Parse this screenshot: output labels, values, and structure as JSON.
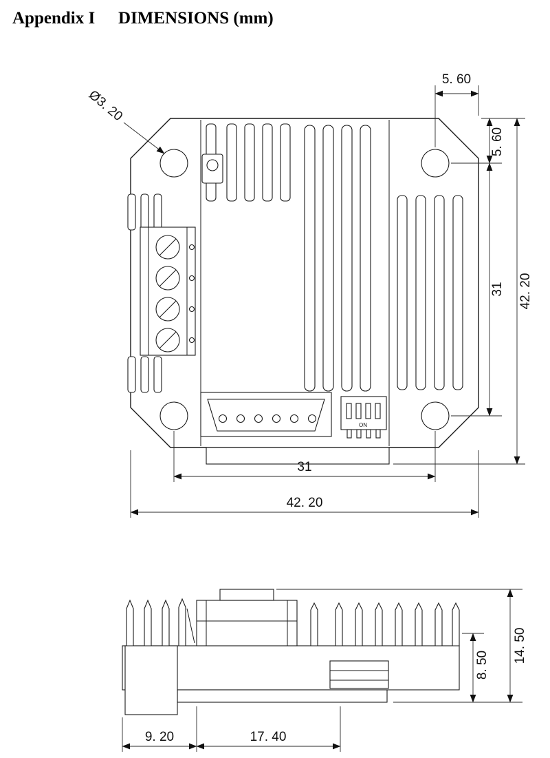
{
  "title": {
    "part1": "Appendix I",
    "part2": "DIMENSIONS (mm)"
  },
  "top_view": {
    "hole_diameter_label": "Ø3. 20",
    "top_edge_offset": "5. 60",
    "right_edge_offset": "5. 60",
    "right_hole_spacing": "31",
    "right_overall": "42. 20",
    "bottom_hole_spacing": "31",
    "bottom_overall": "42. 20",
    "dip_switch_label": "ON"
  },
  "side_view": {
    "overall_height": "14. 50",
    "body_height": "8. 50",
    "terminal_offset": "9. 20",
    "connector_width": "17. 40"
  }
}
